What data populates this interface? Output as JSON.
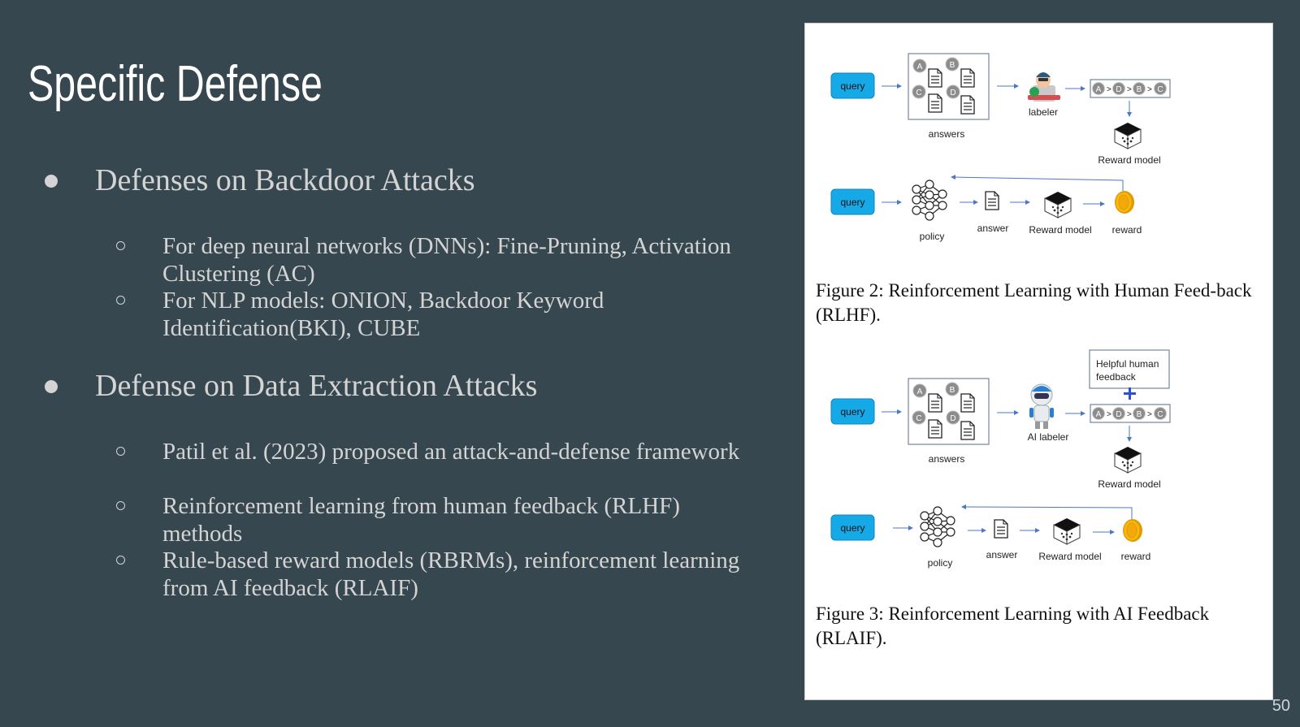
{
  "slide": {
    "title": "Specific Defense",
    "page_number": "50",
    "colors": {
      "background": "#37474f",
      "text": "#d4d4d4",
      "title": "#ffffff",
      "query_box": "#16a9e8",
      "arrow": "#4a78c8"
    }
  },
  "bullets": [
    {
      "label": "Defenses on Backdoor Attacks",
      "sub": [
        "For deep neural networks (DNNs): Fine-Pruning, Activation Clustering (AC)",
        "For NLP models: ONION, Backdoor Keyword Identification(BKI), CUBE"
      ]
    },
    {
      "label": "Defense on Data Extraction Attacks",
      "sub": [
        "Patil et al. (2023) proposed an attack-and-defense framework",
        "Reinforcement learning from human feedback (RLHF) methods",
        "Rule-based reward models (RBRMs), reinforcement learning from AI feedback (RLAIF)"
      ]
    }
  ],
  "figures": [
    {
      "caption": "Figure 2: Reinforcement Learning with Human Feed-back (RLHF).",
      "top": {
        "query": "query",
        "answers_label": "answers",
        "answer_ids": [
          "A",
          "B",
          "C",
          "D"
        ],
        "labeler_label": "labeler",
        "ranking": [
          "A",
          "D",
          "B",
          "C"
        ],
        "reward_model_label": "Reward model"
      },
      "bottom": {
        "query": "query",
        "policy_label": "policy",
        "answer_label": "answer",
        "reward_model_label": "Reward model",
        "reward_label": "reward"
      }
    },
    {
      "caption": "Figure 3: Reinforcement Learning with AI Feedback (RLAIF).",
      "top": {
        "query": "query",
        "answers_label": "answers",
        "answer_ids": [
          "A",
          "B",
          "C",
          "D"
        ],
        "labeler_label": "AI labeler",
        "feedback_box": "Helpful human feedback",
        "ranking": [
          "A",
          "D",
          "B",
          "C"
        ],
        "reward_model_label": "Reward model"
      },
      "bottom": {
        "query": "query",
        "policy_label": "policy",
        "answer_label": "answer",
        "reward_model_label": "Reward model",
        "reward_label": "reward"
      }
    }
  ]
}
